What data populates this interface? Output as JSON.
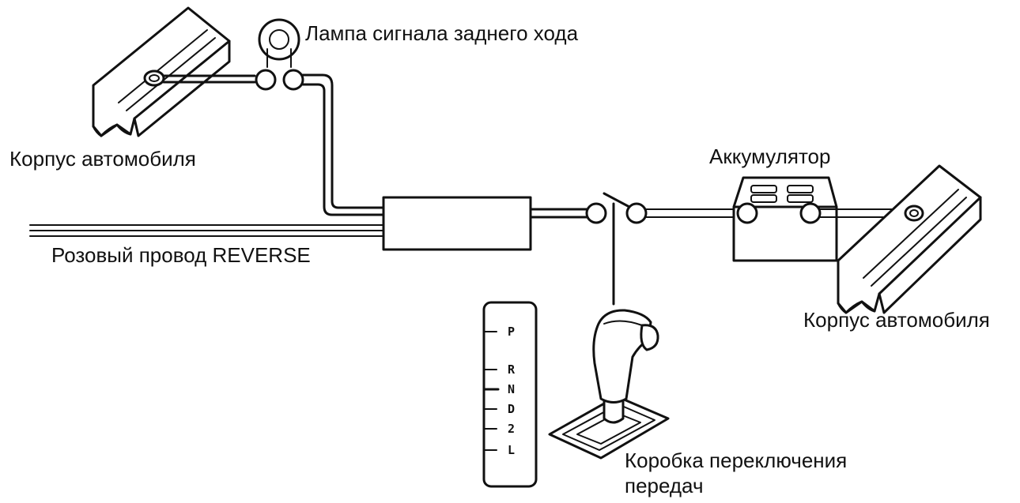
{
  "labels": {
    "reverse_lamp": "Лампа сигнала заднего хода",
    "car_body_left": "Корпус автомобиля",
    "battery": "Аккумулятор",
    "reverse_wire": "Розовый провод REVERSE",
    "car_body_right": "Корпус автомобиля",
    "gearbox_line1": "Коробка переключения",
    "gearbox_line2": "передач"
  },
  "gear_positions": [
    "P",
    "R",
    "N",
    "D",
    "2",
    "L"
  ],
  "colors": {
    "line": "#111111",
    "background": "#ffffff"
  }
}
